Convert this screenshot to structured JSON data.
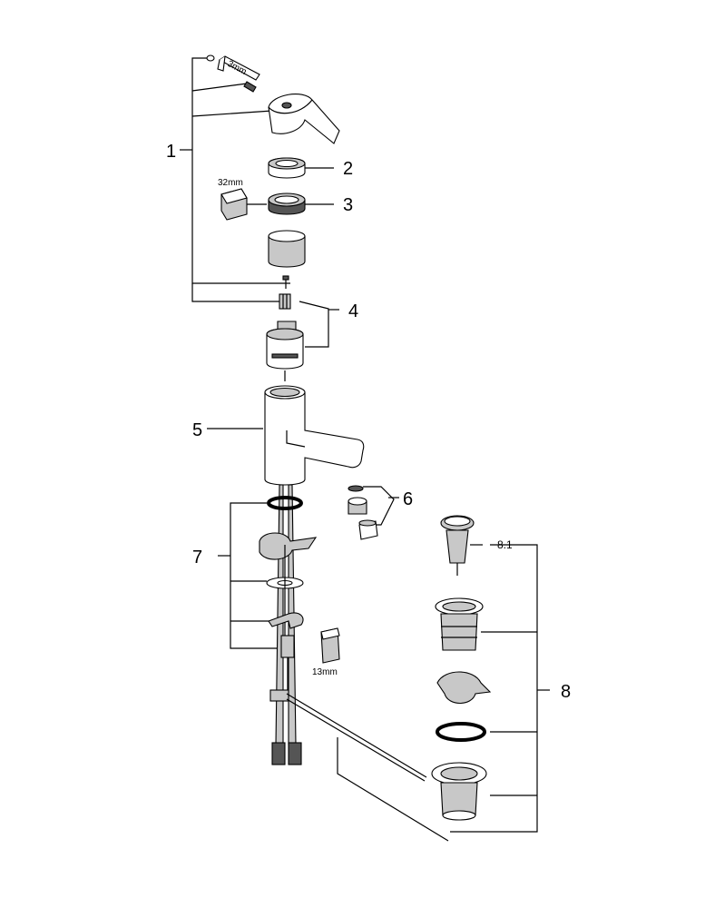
{
  "callouts": {
    "c1": "1",
    "c2": "2",
    "c3": "3",
    "c4": "4",
    "c5": "5",
    "c6": "6",
    "c7": "7",
    "c8": "8",
    "c81": "8.1"
  },
  "tool_labels": {
    "hex_key": "3mm",
    "wrench_32": "32mm",
    "wrench_13": "13mm"
  }
}
